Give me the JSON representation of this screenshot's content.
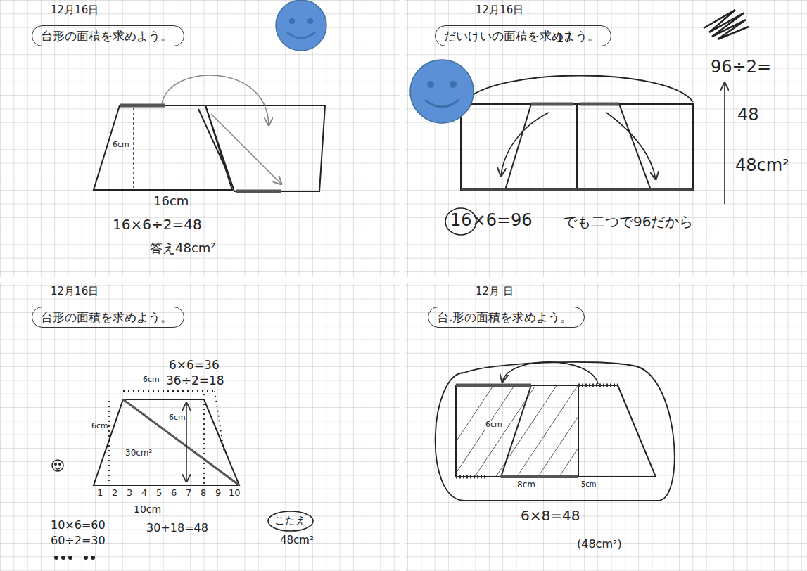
{
  "diagram": {
    "nodes": [
      {
        "text": [
          "台形の面積を求めよう。"
        ]
      },
      {
        "text": [
          "だいけいの面積を求めよう。"
        ]
      },
      {
        "text": [
          "台形の面積を求めよう。"
        ]
      },
      {
        "text": [
          "台.形の面積を求めよう。"
        ]
      }
    ],
    "labels": [
      "12月16日",
      "6cm",
      "16cm",
      "16×6÷2=48",
      "答え48cm²",
      "12月16日",
      "17",
      "16×6=96",
      "でも二つで96だから",
      "96÷2=",
      "48",
      "48cm²",
      "12月16日",
      "6×6=36",
      "6cm",
      "36÷2=18",
      "6cm",
      "6cm",
      "30cm²",
      "1",
      "2",
      "3",
      "4",
      "5",
      "6",
      "7",
      "8",
      "9",
      "10",
      "10cm",
      "10×6=60",
      "60÷2=30",
      "30+18=48",
      "こたえ",
      "48cm²",
      "12月 日",
      "6cm",
      "8cm",
      "5cm",
      "6×8=48",
      "(48cm²)"
    ]
  }
}
